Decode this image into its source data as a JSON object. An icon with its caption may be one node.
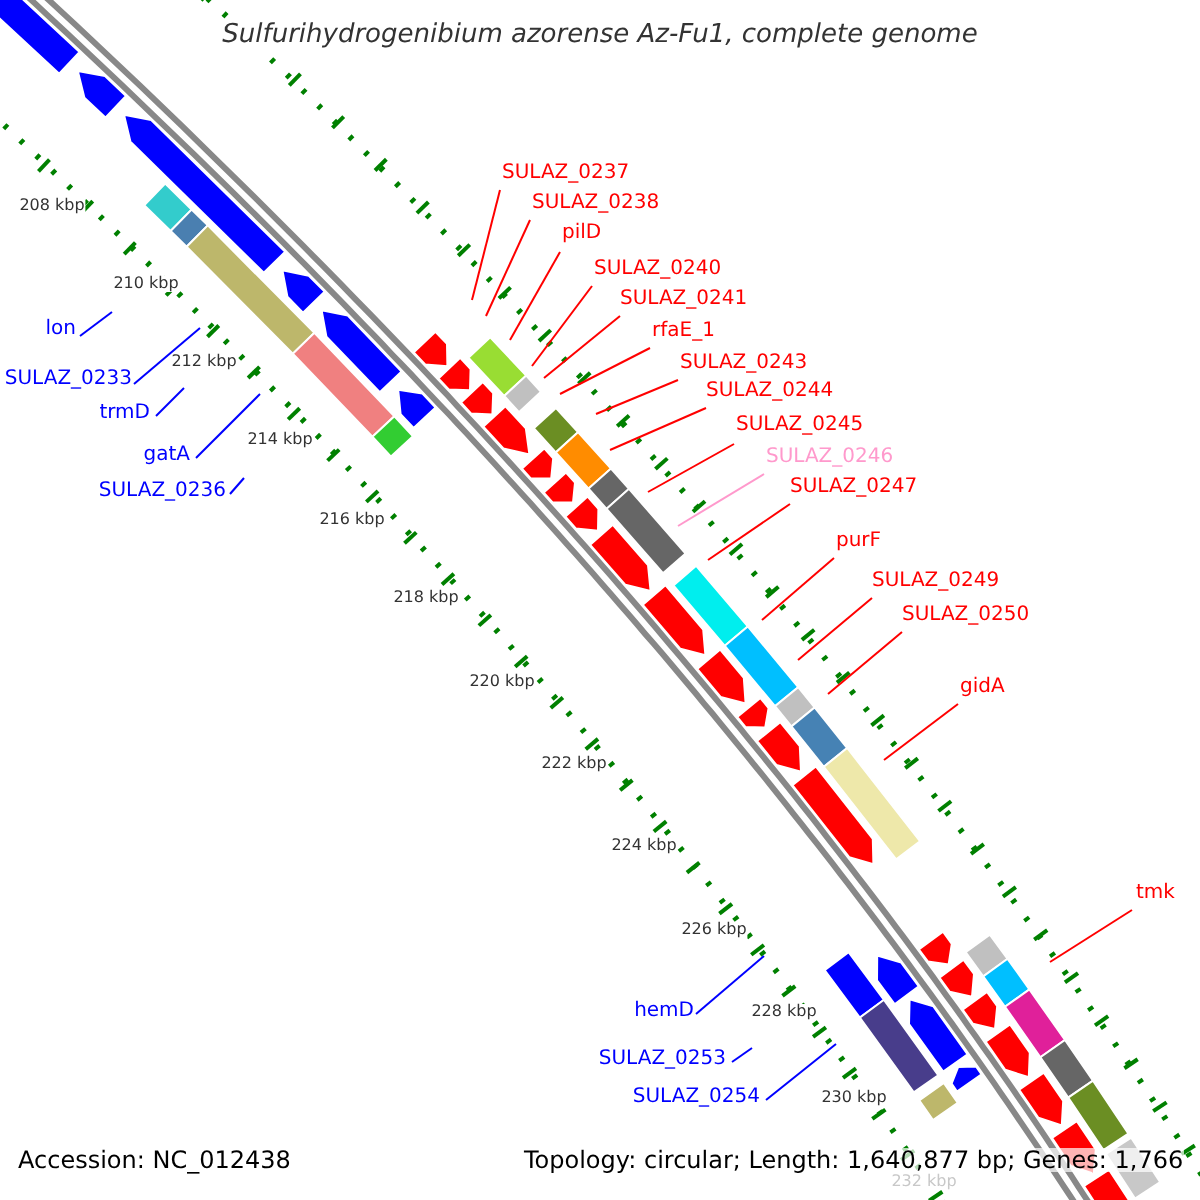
{
  "diagram": {
    "title": "Sulfurihydrogenibium azorense Az-Fu1, complete genome",
    "nodes": [
      {
        "text": [
          "SULAZ_0237"
        ]
      },
      {
        "text": [
          "SULAZ_0238"
        ]
      },
      {
        "text": [
          "pilD"
        ]
      },
      {
        "text": [
          "SULAZ_0240"
        ]
      },
      {
        "text": [
          "SULAZ_0241"
        ]
      },
      {
        "text": [
          "lon"
        ]
      },
      {
        "text": [
          "rfaE_1"
        ]
      },
      {
        "text": [
          "SULAZ_0243"
        ]
      },
      {
        "text": [
          "SULAZ_0233"
        ]
      },
      {
        "text": [
          "SULAZ_0244"
        ]
      },
      {
        "text": [
          "trmD"
        ]
      },
      {
        "text": [
          "SULAZ_0245"
        ]
      },
      {
        "text": [
          "gatA"
        ]
      },
      {
        "text": [
          "SULAZ_0246"
        ]
      },
      {
        "text": [
          "SULAZ_0236"
        ]
      },
      {
        "text": [
          "SULAZ_0247"
        ]
      },
      {
        "text": [
          "purF"
        ]
      },
      {
        "text": [
          "SULAZ_0249"
        ]
      },
      {
        "text": [
          "SULAZ_0250"
        ]
      },
      {
        "text": [
          "gidA"
        ]
      },
      {
        "text": [
          "tmk"
        ]
      },
      {
        "text": [
          "hemD"
        ]
      },
      {
        "text": [
          "SULAZ_0253"
        ]
      },
      {
        "text": [
          "SULAZ_0254"
        ]
      }
    ],
    "edges": [
      {
        "from": 0,
        "to": null,
        "arrow": "none"
      },
      {
        "from": 1,
        "to": null,
        "arrow": "none"
      },
      {
        "from": 2,
        "to": null,
        "arrow": "none"
      },
      {
        "from": 3,
        "to": null,
        "arrow": "none"
      },
      {
        "from": 4,
        "to": null,
        "arrow": "none"
      },
      {
        "from": 5,
        "to": null,
        "arrow": "none",
        "color": "#0000ff"
      },
      {
        "from": 6,
        "to": null,
        "arrow": "none"
      },
      {
        "from": 7,
        "to": null,
        "arrow": "none"
      },
      {
        "from": 8,
        "to": null,
        "arrow": "none",
        "color": "#0000ff"
      },
      {
        "from": 9,
        "to": null,
        "arrow": "none"
      },
      {
        "from": 10,
        "to": null,
        "arrow": "none",
        "color": "#0000ff"
      },
      {
        "from": 11,
        "to": null,
        "arrow": "none"
      },
      {
        "from": 12,
        "to": null,
        "arrow": "none",
        "color": "#0000ff"
      },
      {
        "from": 13,
        "to": null,
        "arrow": "none",
        "color": "#ff99cc"
      },
      {
        "from": 14,
        "to": null,
        "arrow": "none",
        "color": "#0000ff"
      },
      {
        "from": 15,
        "to": null,
        "arrow": "none"
      },
      {
        "from": 16,
        "to": null,
        "arrow": "none"
      },
      {
        "from": 17,
        "to": null,
        "arrow": "none"
      },
      {
        "from": 18,
        "to": null,
        "arrow": "none"
      },
      {
        "from": 19,
        "to": null,
        "arrow": "none"
      },
      {
        "from": 20,
        "to": null,
        "arrow": "none"
      },
      {
        "from": 21,
        "to": null,
        "arrow": "none",
        "color": "#0000ff"
      },
      {
        "from": 22,
        "to": null,
        "arrow": "none",
        "color": "#0000ff"
      },
      {
        "from": 23,
        "to": null,
        "arrow": "none",
        "color": "#0000ff"
      }
    ],
    "labels": [
      "208 kbp",
      "210 kbp",
      "212 kbp",
      "214 kbp",
      "216 kbp",
      "218 kbp",
      "220 kbp",
      "222 kbp",
      "224 kbp",
      "226 kbp",
      "228 kbp",
      "230 kbp",
      "232 kbp",
      "Accession: NC_012438",
      "Topology: circular; Length: 1,640,877 bp; Genes: 1,766"
    ]
  }
}
